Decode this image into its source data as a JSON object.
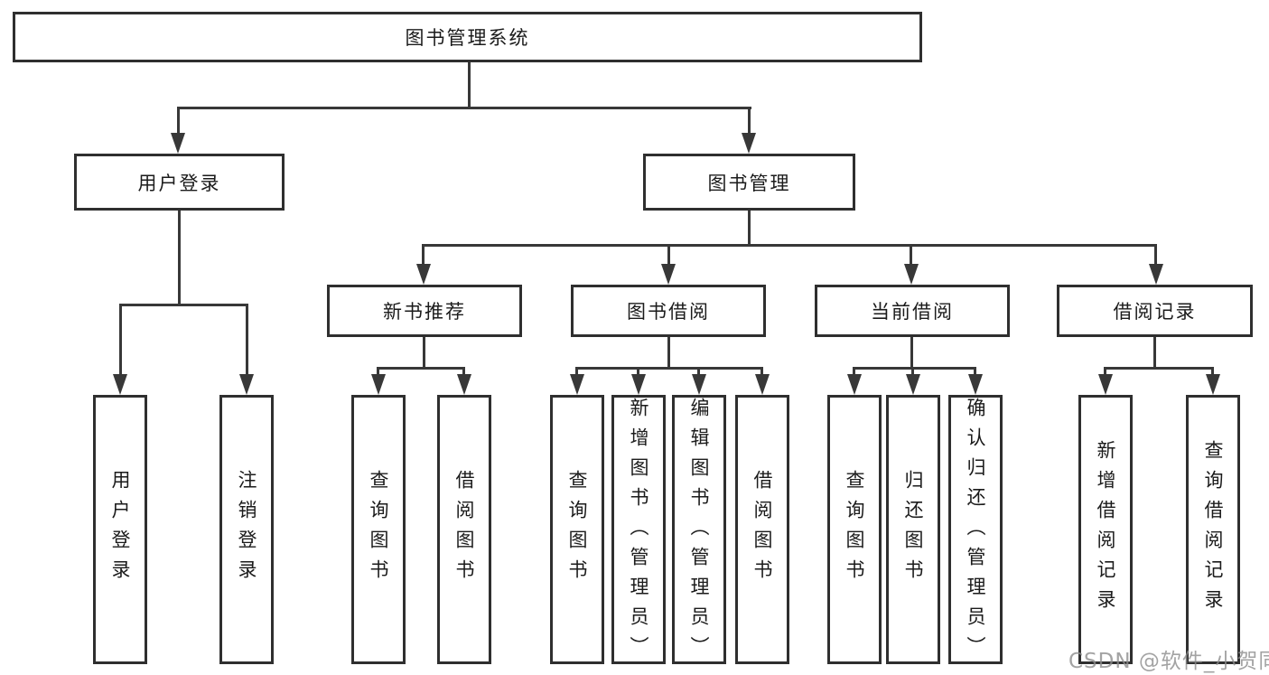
{
  "colors": {
    "background": "#ffffff",
    "box_border": "#2f2f2f",
    "connector_line": "#383838",
    "text": "#1b1b1b",
    "watermark": "#8c8c8c"
  },
  "tree": {
    "root": {
      "label": "图书管理系统",
      "children": [
        {
          "label": "用户登录",
          "children": [
            {
              "label": "用户登录"
            },
            {
              "label": "注销登录"
            }
          ]
        },
        {
          "label": "图书管理",
          "children": [
            {
              "label": "新书推荐",
              "children": [
                {
                  "label": "查询图书"
                },
                {
                  "label": "借阅图书"
                }
              ]
            },
            {
              "label": "图书借阅",
              "children": [
                {
                  "label": "查询图书"
                },
                {
                  "label": "新增图书（管理员）"
                },
                {
                  "label": "编辑图书（管理员）"
                },
                {
                  "label": "借阅图书"
                }
              ]
            },
            {
              "label": "当前借阅",
              "children": [
                {
                  "label": "查询图书"
                },
                {
                  "label": "归还图书"
                },
                {
                  "label": "确认归还（管理员）"
                }
              ]
            },
            {
              "label": "借阅记录",
              "children": [
                {
                  "label": "新增借阅记录"
                },
                {
                  "label": "查询借阅记录"
                }
              ]
            }
          ]
        }
      ]
    }
  },
  "watermark": {
    "text": "CSDN @软件_小贺同学"
  }
}
